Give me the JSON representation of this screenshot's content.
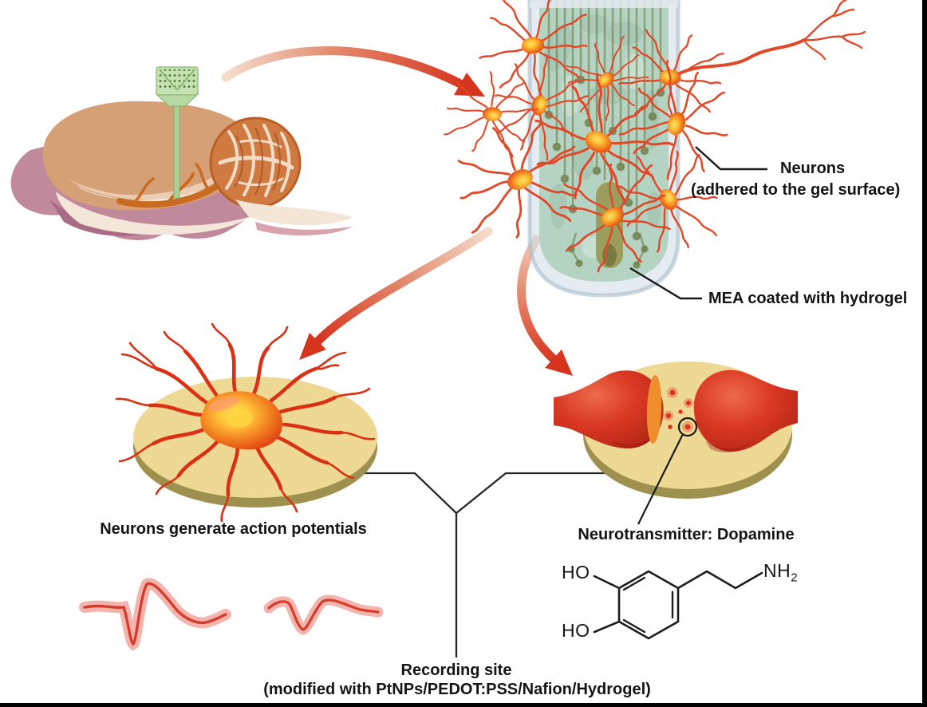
{
  "background": "#ffffff",
  "frame": {
    "edge": "#000000"
  },
  "labels": {
    "neurons": {
      "line1": "Neurons",
      "line2": "(adhered to the gel surface)"
    },
    "mea": "MEA coated with hydrogel",
    "action_potentials": "Neurons generate action potentials",
    "neurotransmitter": "Neurotransmitter: Dopamine",
    "recording_site": {
      "line1": "Recording site",
      "line2": "(modified with PtNPs/PEDOT:PSS/Nafion/Hydrogel)"
    }
  },
  "molecule": {
    "name_shown_via_label": "Dopamine",
    "hydroxyl_top": "HO",
    "hydroxyl_bottom": "HO",
    "amine": "NH",
    "amine_subscript": "2"
  },
  "illustrations": [
    {
      "name": "rodent-brain-sagittal-illustration",
      "detail": "green microelectrode array implanted into brain"
    },
    {
      "name": "mea-probe-hydrogel-illustration",
      "detail": "hydrogel-coated MEA shank with red neurons adhered"
    },
    {
      "name": "neuron-on-electrode-disc-illustration"
    },
    {
      "name": "synapse-dopamine-release-illustration",
      "detail": "circled dopamine molecule in synaptic cleft"
    },
    {
      "name": "spike-waveforms-illustration",
      "count": 2
    },
    {
      "name": "dopamine-chemical-structure"
    }
  ],
  "palette": {
    "text_black": "#141414",
    "line_black": "#262626",
    "arrow_red": "#d5341d",
    "arrow_pale": "#f2d6c4",
    "neuron_red": "#e04828",
    "soma_core_yellow": "#ffd83d",
    "hydrogel_teal": "#b3d1bf",
    "trace_olive": "#6d7a45",
    "disc_yellow": "#eed994",
    "disc_rim": "#9e9150",
    "synapse_red": "#c1271a",
    "synapse_orange": "#f08e2e",
    "waveform_red": "#d63c2a",
    "waveform_band": "#f3b4ad",
    "brain_tan": "#d6a077",
    "brain_orange": "#c96a20",
    "brain_pink": "#c08a9c",
    "device_green": "#c7e2b2"
  }
}
